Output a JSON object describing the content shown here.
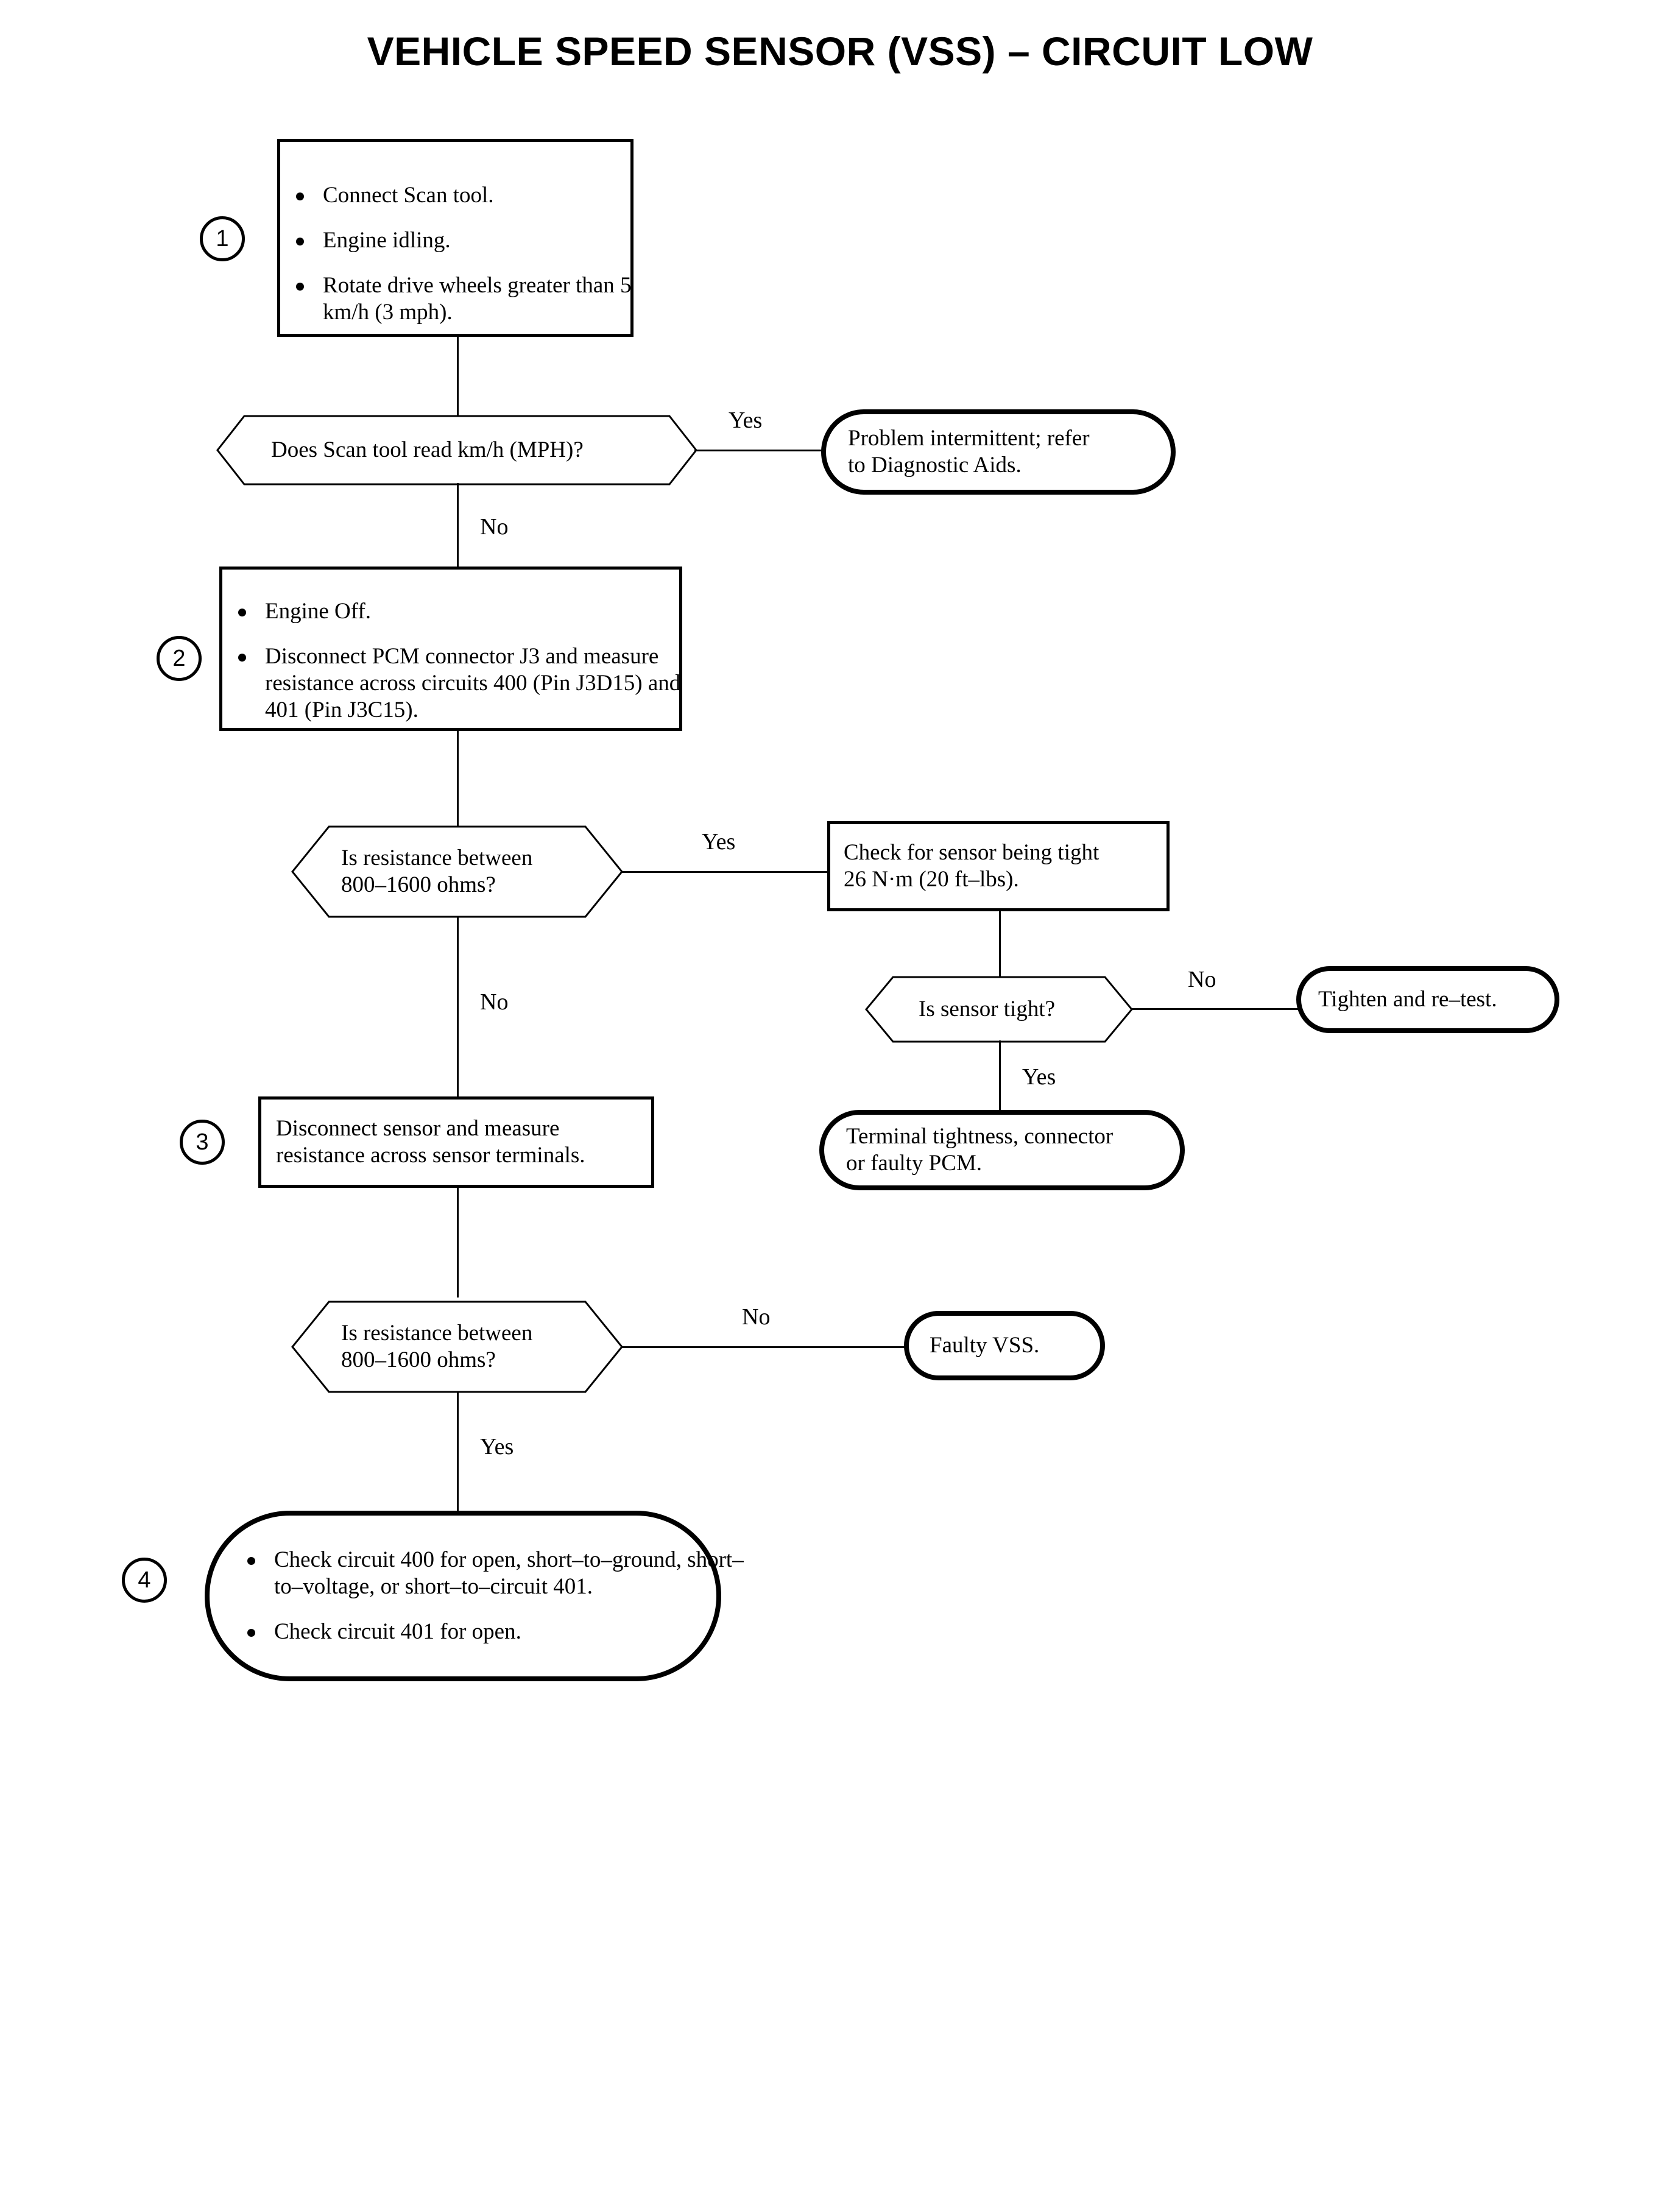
{
  "title": "VEHICLE SPEED SENSOR (VSS) – CIRCUIT LOW",
  "steps": {
    "s1": "1",
    "s2": "2",
    "s3": "3",
    "s4": "4"
  },
  "nodes": {
    "step1": {
      "bullets": [
        "Connect Scan tool.",
        "Engine idling.",
        "Rotate drive wheels greater than 5 km/h (3 mph)."
      ]
    },
    "decision1": {
      "text": "Does Scan tool read km/h (MPH)?"
    },
    "terminal1": {
      "line1": "Problem intermittent; refer",
      "line2": "to Diagnostic Aids."
    },
    "step2": {
      "bullets": [
        "Engine Off.",
        "Disconnect PCM connector J3 and measure resistance across circuits 400 (Pin J3D15) and 401 (Pin J3C15)."
      ]
    },
    "decision2": {
      "line1": "Is resistance between",
      "line2": "800–1600 ohms?"
    },
    "process_tight": {
      "line1": "Check for sensor being tight",
      "line2": "26 N·m (20 ft–lbs)."
    },
    "decision3": {
      "text": "Is sensor tight?"
    },
    "terminal_tighten": {
      "text": "Tighten and re–test."
    },
    "step3": {
      "line1": "Disconnect sensor and measure",
      "line2": "resistance across sensor terminals."
    },
    "terminal_pcm": {
      "line1": "Terminal tightness, connector",
      "line2": "or faulty PCM."
    },
    "decision4": {
      "line1": "Is resistance between",
      "line2": "800–1600 ohms?"
    },
    "terminal_vss": {
      "text": "Faulty VSS."
    },
    "step4": {
      "bullets": [
        "Check circuit 400 for open, short–to–ground, short–to–voltage, or short–to–circuit 401.",
        "Check circuit 401 for open."
      ]
    }
  },
  "branch_labels": {
    "yes1": "Yes",
    "no1": "No",
    "yes2": "Yes",
    "no2": "No",
    "no3": "No",
    "yes3": "Yes",
    "no4": "No",
    "yes4": "Yes"
  }
}
